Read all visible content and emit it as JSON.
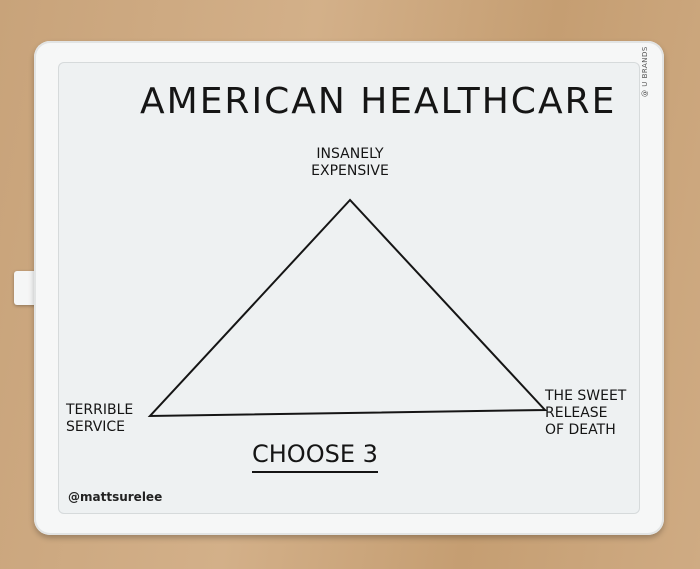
{
  "brand": "@ U BRANDS",
  "title": "American Healthcare",
  "vertices": {
    "top": [
      "Insanely",
      "Expensive"
    ],
    "left": [
      "Terrible",
      "Service"
    ],
    "right": [
      "The Sweet",
      "Release",
      "of Death"
    ]
  },
  "caption": "Choose 3",
  "signature": "@mattsurelee",
  "colors": {
    "ink": "#151515",
    "board": "#eef1f2",
    "frame": "#f6f7f7",
    "background": "#c8a37a"
  }
}
